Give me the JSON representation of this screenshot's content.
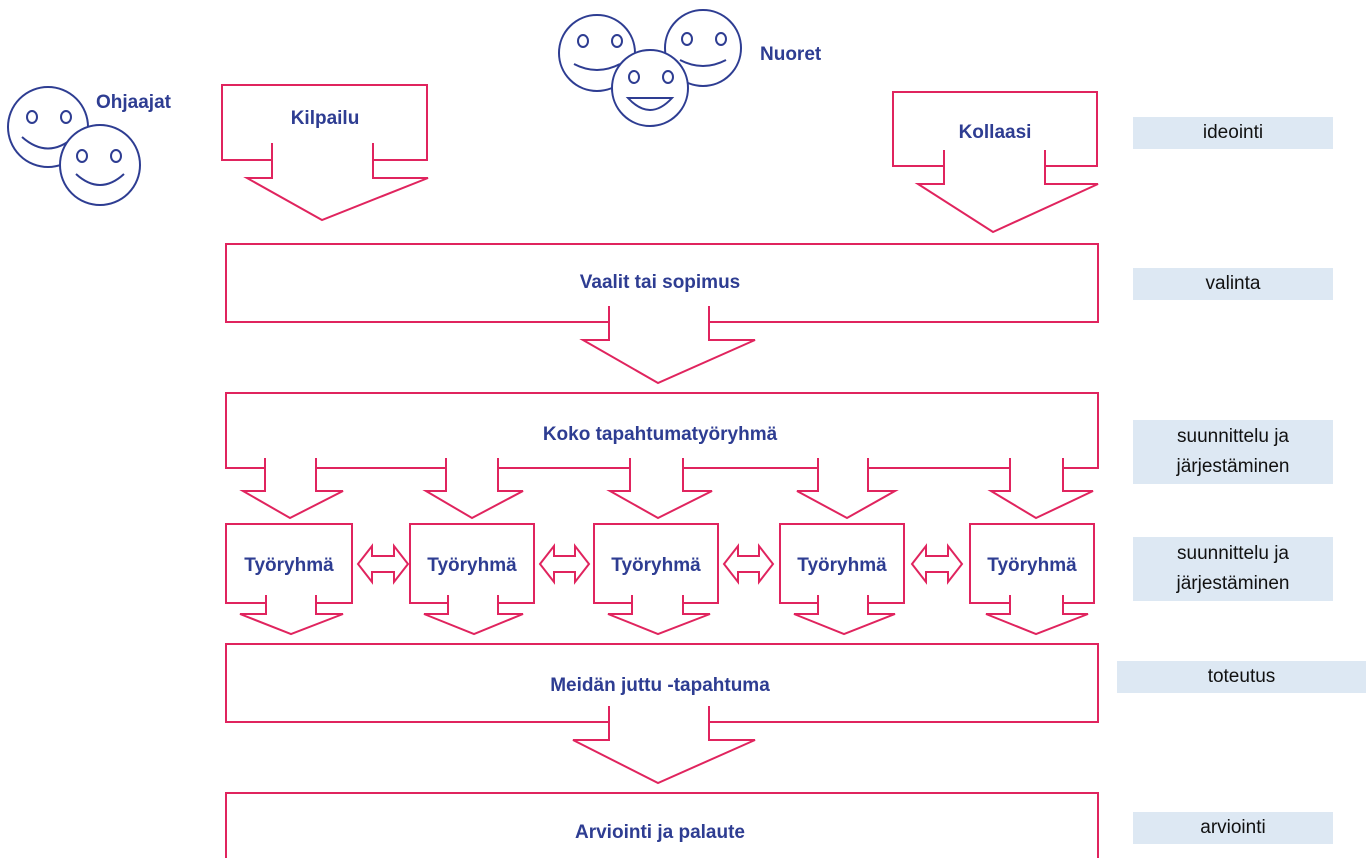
{
  "actors": {
    "instructors": "Ohjaajat",
    "youth": "Nuoret"
  },
  "ideas": {
    "competition": "Kilpailu",
    "collage": "Kollaasi"
  },
  "steps": {
    "selection": "Vaalit tai sopimus",
    "event_group": "Koko tapahtumatyöryhmä",
    "working_groups": [
      "Työryhmä",
      "Työryhmä",
      "Työryhmä",
      "Työryhmä",
      "Työryhmä"
    ],
    "event": "Meidän juttu -tapahtuma",
    "evaluation": "Arviointi ja palaute"
  },
  "phases": {
    "ideation": "ideointi",
    "selection": "valinta",
    "planning_1_line1": "suunnittelu ja",
    "planning_1_line2": "järjestäminen",
    "planning_2_line1": "suunnittelu ja",
    "planning_2_line2": "järjestäminen",
    "implementation": "toteutus",
    "evaluation": "arviointi"
  },
  "colors": {
    "flow_stroke": "#e0245e",
    "face_stroke": "#2e3d92",
    "label_text": "#2e3d92",
    "phase_bg": "#dde8f3"
  }
}
